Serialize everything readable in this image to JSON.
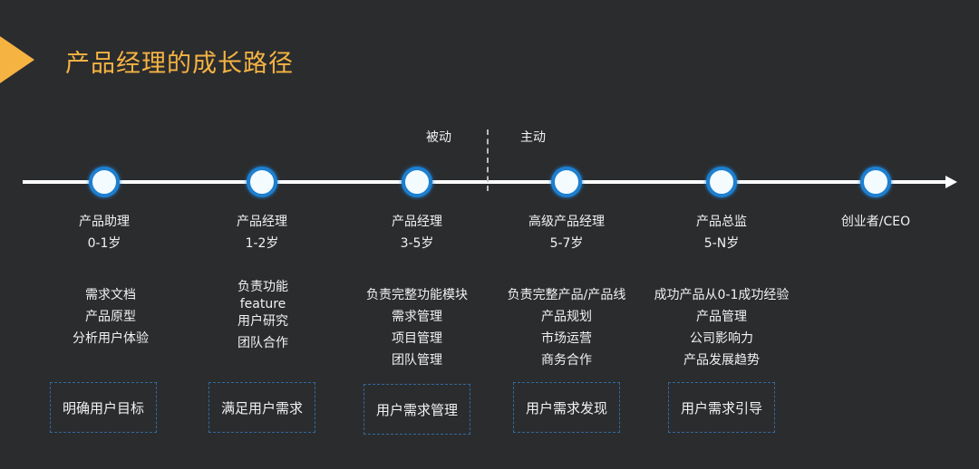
{
  "title": "产品经理的成长路径",
  "phases": {
    "passive": "被动",
    "active": "主动"
  },
  "stages": [
    {
      "role": "产品助理",
      "age": "0-1岁",
      "items": [
        "需求文档",
        "产品原型",
        "分析用户体验"
      ],
      "goal": "明确用户目标"
    },
    {
      "role": "产品经理",
      "age": "1-2岁",
      "items": [
        "负责功能",
        "feature",
        "用户研究",
        "团队合作"
      ],
      "goal": "满足用户需求"
    },
    {
      "role": "产品经理",
      "age": "3-5岁",
      "items": [
        "负责完整功能模块",
        "需求管理",
        "项目管理",
        "团队管理"
      ],
      "goal": "用户需求管理"
    },
    {
      "role": "高级产品经理",
      "age": "5-7岁",
      "items": [
        "负责完整产品/产品线",
        "产品规划",
        "市场运营",
        "商务合作"
      ],
      "goal": "用户需求发现"
    },
    {
      "role": "产品总监",
      "age": "5-N岁",
      "items": [
        "成功产品从0-1成功经验",
        "产品管理",
        "公司影响力",
        "产品发展趋势"
      ],
      "goal": "用户需求引导"
    },
    {
      "role": "创业者/CEO"
    }
  ],
  "colors": {
    "accent": "#f5b342",
    "node": "#1d7fd0",
    "background": "#2b2c2e"
  }
}
